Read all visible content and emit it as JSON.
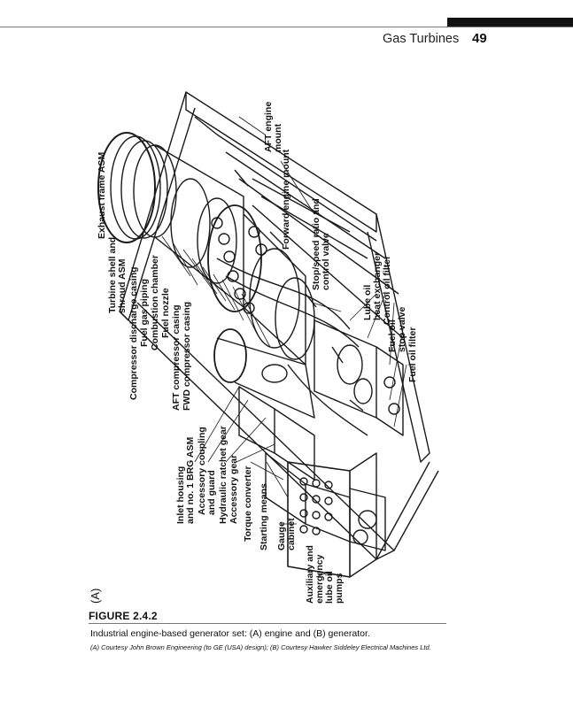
{
  "header": {
    "running_head": "Gas Turbines",
    "page_number": "49"
  },
  "figure": {
    "panel_label": "(A)",
    "labels": [
      [
        "AFT engine",
        "mount"
      ],
      [
        "Forward engine mount"
      ],
      [
        "Stop/speed ratio and",
        "control valve"
      ],
      [
        "Exhaust frame ASM"
      ],
      [
        "Turbine shell and",
        "shroud ASM"
      ],
      [
        "Compressor discharge casing"
      ],
      [
        "Fuel gas piping"
      ],
      [
        "Combustion chamber"
      ],
      [
        "Fuel nozzle"
      ],
      [
        "AFT compressor casing"
      ],
      [
        "FWD compressor casing"
      ],
      [
        "Lube oil",
        "heat exchanger"
      ],
      [
        "Control oil filter"
      ],
      [
        "Fuel oil",
        "stop valve"
      ],
      [
        "Fuel oil filter"
      ],
      [
        "Inlet housing",
        "and no. 1 BRG ASM"
      ],
      [
        "Accessory coupling",
        "and guard"
      ],
      [
        "Hydraulic ratchet gear"
      ],
      [
        "Accessory gear"
      ],
      [
        "Torque converter"
      ],
      [
        "Starting means"
      ],
      [
        "Gauge",
        "cabinet"
      ],
      [
        "Auxiliary and",
        "emergency",
        "lube oil",
        "pumps"
      ]
    ],
    "label": "FIGURE 2.4.2",
    "caption": "Industrial engine-based generator set: (A) engine and (B) generator.",
    "credit": "(A) Courtesy John Brown Engineering (to GE (USA) design); (B) Courtesy Hawker Siddeley Electrical Machines Ltd."
  }
}
